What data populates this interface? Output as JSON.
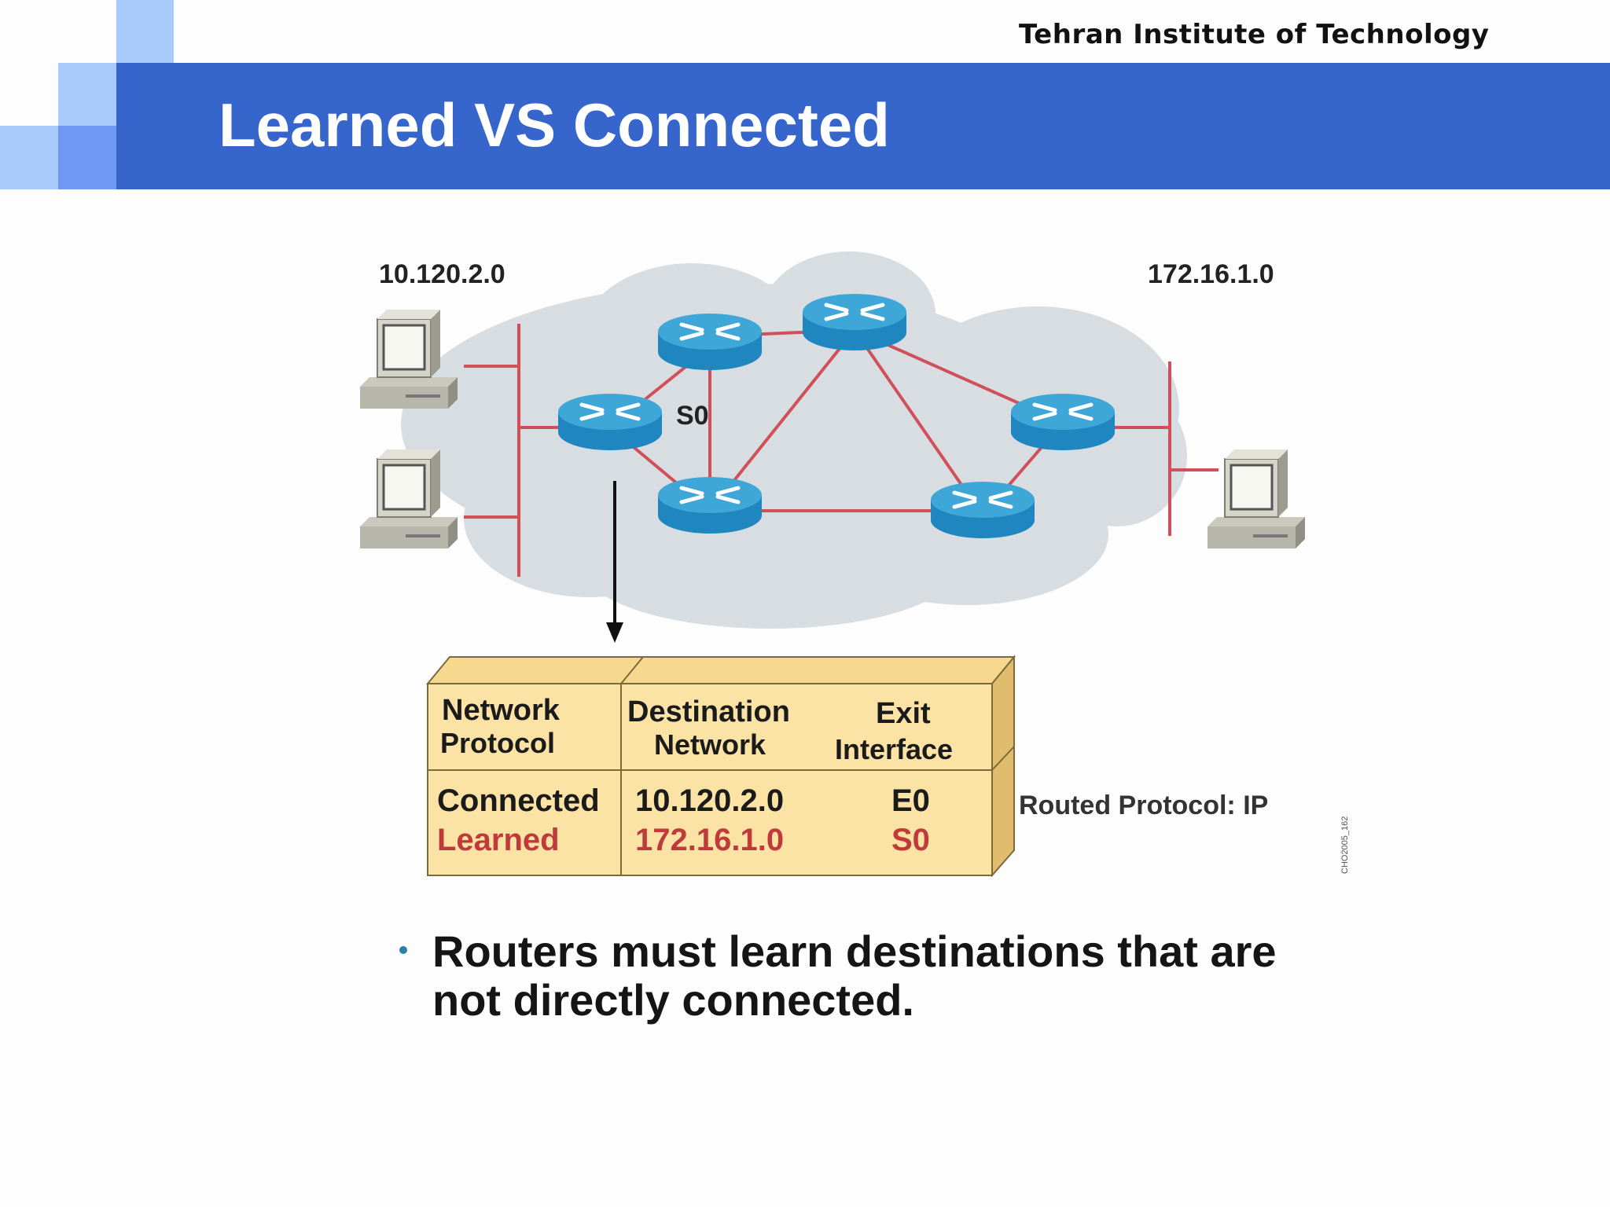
{
  "header": {
    "institute": "Tehran Institute of Technology",
    "title": "Learned VS Connected"
  },
  "diagram": {
    "left_network": "10.120.2.0",
    "right_network": "172.16.1.0",
    "interface_label": "S0",
    "routed_protocol": "Routed Protocol: IP",
    "figure_code": "CHO2005_162",
    "table": {
      "headers": [
        {
          "line1": "Network",
          "line2": "Protocol"
        },
        {
          "line1": "Destination",
          "line2": "Network"
        },
        {
          "line1": "Exit",
          "line2": "Interface"
        }
      ],
      "rows": [
        {
          "protocol": "Connected",
          "network": "10.120.2.0",
          "interface": "E0",
          "color": "#1b1b1b"
        },
        {
          "protocol": "Learned",
          "network": "172.16.1.0",
          "interface": "S0",
          "color": "#c0393b"
        }
      ]
    }
  },
  "bullet": {
    "line1": "Routers must learn destinations that are",
    "line2": "not directly connected."
  },
  "colors": {
    "title_bar": "#3665cc",
    "router_top": "#3ea7d8",
    "router_side": "#1f86bf",
    "link": "#d0505a",
    "cloud": "#d8dde1",
    "table_fill": "#fbe3a6",
    "learned": "#c0393b"
  }
}
